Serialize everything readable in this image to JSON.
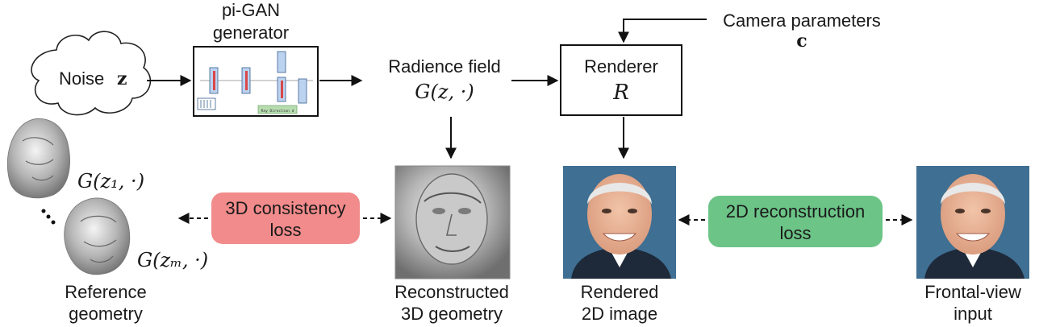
{
  "generator": {
    "title_line1": "pi-GAN",
    "title_line2": "generator",
    "mini_label": "Ray Direction d"
  },
  "noise": {
    "label": "Noise",
    "symbol": "z"
  },
  "camera": {
    "label": "Camera parameters",
    "symbol": "c"
  },
  "renderer": {
    "label": "Renderer",
    "symbol": "R"
  },
  "radiance": {
    "label": "Radience field",
    "formula": "G(z, ·)"
  },
  "reference": {
    "formula_top": "G(z₁, ·)",
    "formula_bottom": "G(zₘ, ·)",
    "label_line1": "Reference",
    "label_line2": "geometry"
  },
  "consistency_loss": {
    "line1": "3D consistency",
    "line2": "loss",
    "color": "#f28b8b"
  },
  "reconstructed": {
    "label_line1": "Reconstructed",
    "label_line2": "3D geometry"
  },
  "rendered": {
    "label_line1": "Rendered",
    "label_line2": "2D image"
  },
  "reconstruction_loss": {
    "line1": "2D reconstruction",
    "line2": "loss",
    "color": "#6cc487"
  },
  "frontal": {
    "label_line1": "Frontal-view",
    "label_line2": "input"
  },
  "colors": {
    "background_photo": "#3f6f92",
    "skin": "#e8b49a",
    "hair": "#e8e8e8"
  }
}
